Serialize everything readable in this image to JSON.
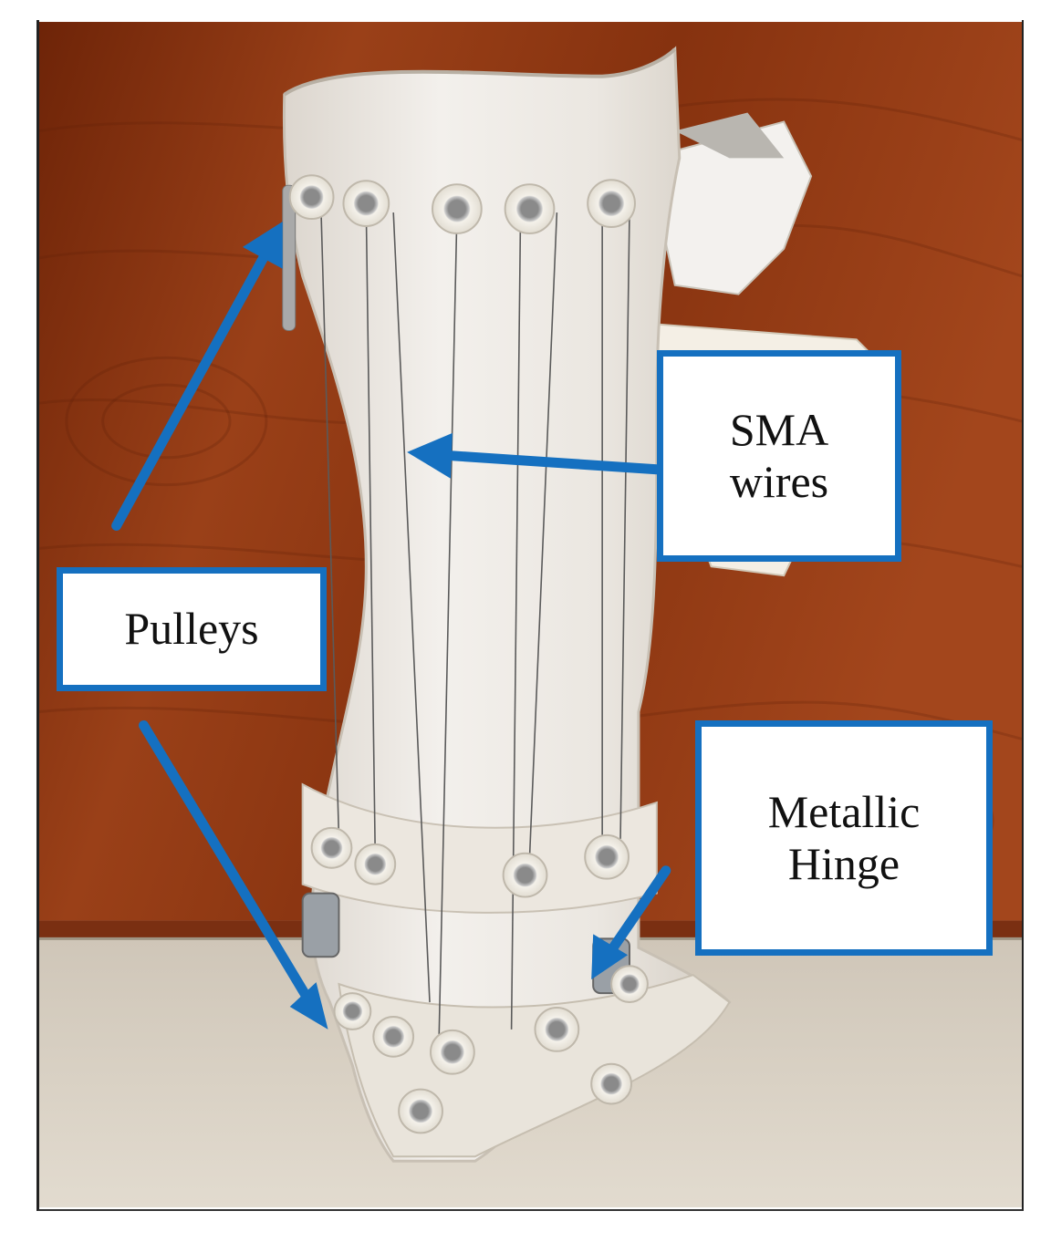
{
  "figure": {
    "labels": {
      "pulleys": "Pulleys",
      "sma_line1": "SMA",
      "sma_line2": "wires",
      "hinge_line1": "Metallic",
      "hinge_line2": "Hinge"
    },
    "colors": {
      "callout_border": "#1570c0",
      "arrow": "#1570c0",
      "wall": "#8a3414",
      "floor": "#d8d0c2",
      "brace": "#ece8e2"
    },
    "icons": [
      "arrow-icon"
    ]
  }
}
